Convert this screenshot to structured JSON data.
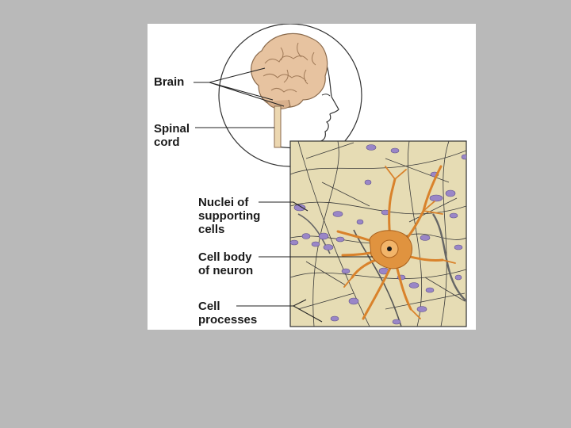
{
  "labels": {
    "brain": [
      "Brain"
    ],
    "spinal_cord": [
      "Spinal",
      "cord"
    ],
    "nuclei": [
      "Nuclei of",
      "supporting",
      "cells"
    ],
    "cell_body": [
      "Cell body",
      "of neuron"
    ],
    "processes": [
      "Cell",
      "processes"
    ]
  },
  "colors": {
    "background": "#b9b9b9",
    "tissue": "#e6dcb4",
    "neuron": "#d9822b",
    "nuclei": "#9a86c7",
    "brain": "#e7c3a0"
  }
}
